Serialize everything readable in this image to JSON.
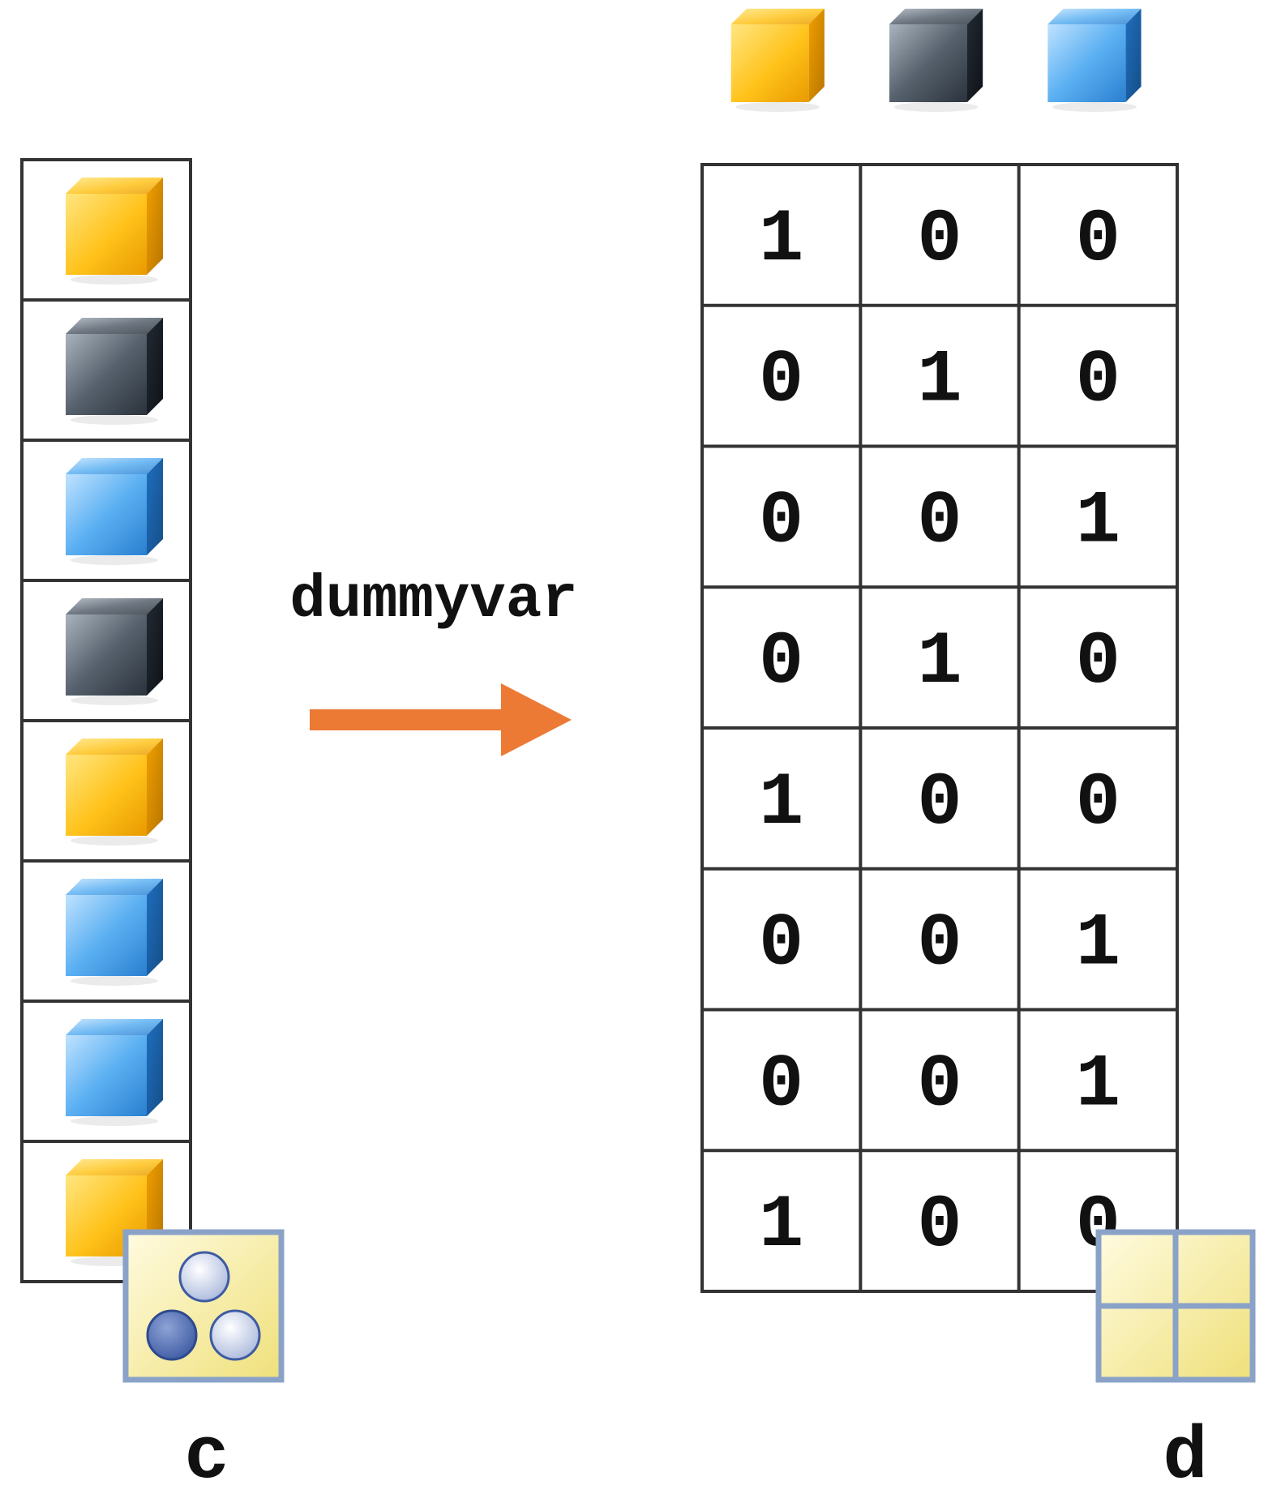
{
  "diagram": {
    "function_label": "dummyvar",
    "input_label": "c",
    "output_label": "d",
    "category_colors": {
      "yellow": "#f5b800",
      "dark": "#2e3a48",
      "blue": "#2f86d8"
    },
    "arrow_color": "#ec7a35",
    "input_column": [
      "yellow",
      "dark",
      "blue",
      "dark",
      "yellow",
      "blue",
      "blue",
      "yellow"
    ],
    "header_categories": [
      "yellow",
      "dark",
      "blue"
    ],
    "matrix": [
      [
        "1",
        "0",
        "0"
      ],
      [
        "0",
        "1",
        "0"
      ],
      [
        "0",
        "0",
        "1"
      ],
      [
        "0",
        "1",
        "0"
      ],
      [
        "1",
        "0",
        "0"
      ],
      [
        "0",
        "0",
        "1"
      ],
      [
        "0",
        "0",
        "1"
      ],
      [
        "1",
        "0",
        "0"
      ]
    ],
    "icons": {
      "input": "categorical-array-icon",
      "output": "numeric-matrix-icon"
    }
  }
}
